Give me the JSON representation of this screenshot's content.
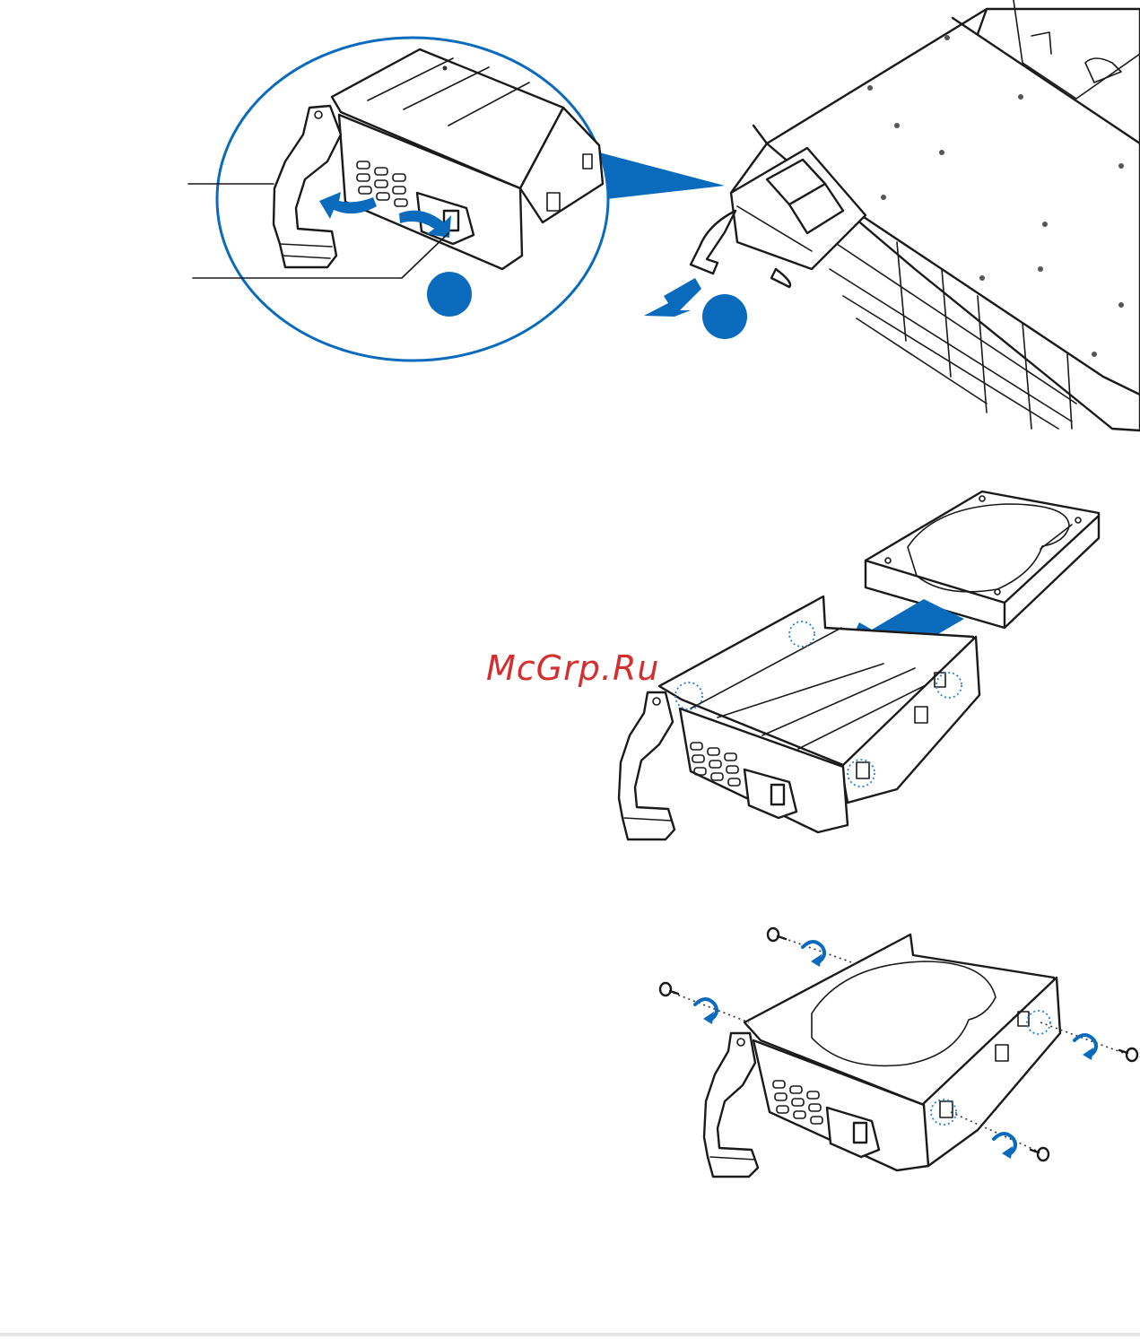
{
  "watermark": {
    "text": "McGrp.Ru"
  },
  "colors": {
    "accent_blue": "#0a6bbd",
    "watermark_red": "#d32f2f",
    "line": "#1a1a1a",
    "footer_rule": "#e6e6e6"
  },
  "icons": {
    "step_marker": "blue-filled-circle",
    "direction": "blue-arrow",
    "rotation": "blue-curved-arrow",
    "screw": "screw-icon",
    "screw_hole": "dotted-circle"
  }
}
